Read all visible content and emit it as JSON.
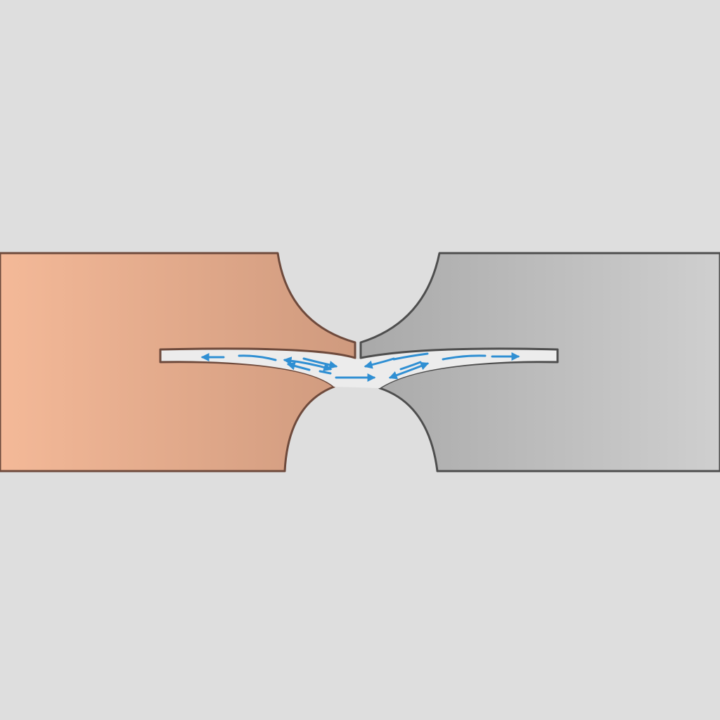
{
  "diagram": {
    "kind": "two-block contact junction with channel flow arrows",
    "background_color": "#dedede",
    "left_block": {
      "material": "copper",
      "fill_start": "#f4b998",
      "fill_end": "#cf9a7e",
      "outline_color": "#6e4a3c"
    },
    "right_block": {
      "material": "metal",
      "fill_start": "#a9a9a9",
      "fill_end": "#cfcfcf",
      "outline_color": "#4e4e4e"
    },
    "channel": {
      "fill_color": "#ececec"
    },
    "arrows": {
      "color": "#2f8fd3",
      "count": 13
    }
  }
}
